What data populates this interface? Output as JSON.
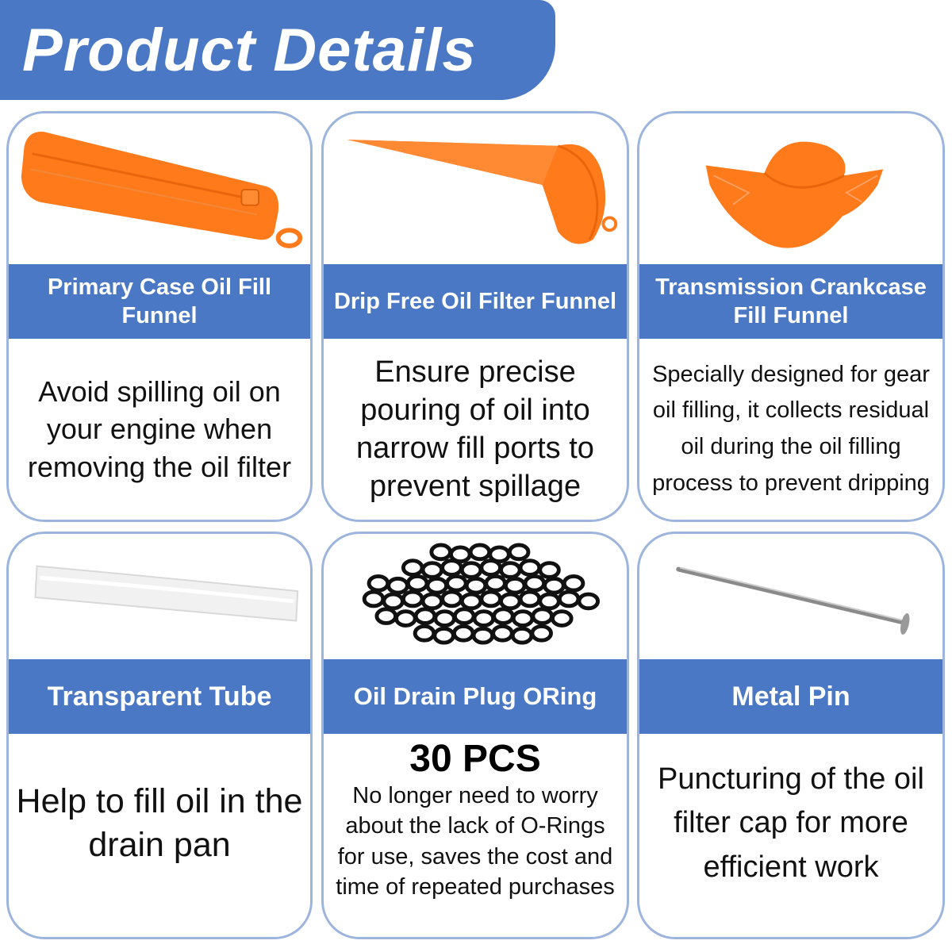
{
  "header": {
    "title": "Product Details"
  },
  "cards": [
    {
      "title": "Primary Case Oil Fill Funnel",
      "description": "Avoid spilling oil on your engine when removing the oil filter",
      "icon": "orange-primary-funnel"
    },
    {
      "title": "Drip Free Oil Filter Funnel",
      "description": "Ensure precise pouring of oil into narrow fill ports to prevent spillage",
      "icon": "orange-long-spout-funnel"
    },
    {
      "title": "Transmission Crankcase Fill Funnel",
      "description": "Specially designed for gear oil filling, it collects residual oil during the oil filling process to prevent dripping",
      "icon": "orange-crankcase-funnel"
    },
    {
      "title": "Transparent Tube",
      "description": "Help to fill oil in the drain pan",
      "icon": "clear-tube"
    },
    {
      "title": "Oil Drain Plug ORing",
      "count": "30 PCS",
      "description": "No longer need to worry about the lack of O-Rings for use, saves the cost and time of repeated purchases",
      "icon": "black-o-rings"
    },
    {
      "title": "Metal Pin",
      "description": "Puncturing of the oil filter cap for more efficient work",
      "icon": "metal-pin"
    }
  ],
  "colors": {
    "accent": "#4a78c4",
    "card_border": "#9db5dd",
    "product_orange": "#ff7a1a"
  }
}
